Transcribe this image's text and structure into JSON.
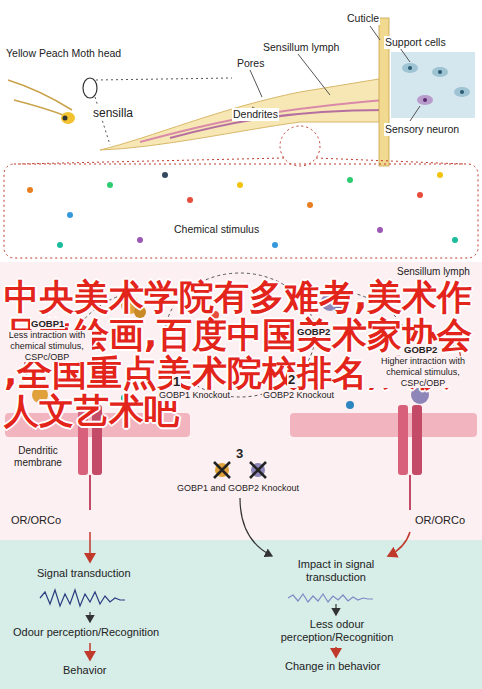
{
  "diagram": {
    "labels": [
      "Yellow Peach Moth head",
      "sensilla",
      "Pores",
      "Dendrites",
      "Cuticle",
      "Sensillum lymph",
      "Support cells",
      "Sensory neuron",
      "Chemical stimulus",
      "Sensillum lymph",
      "GOBP1",
      "Less intraction with chemical stimulus, CSPc/OBP",
      "1",
      "GOBP2",
      "2",
      "GOBP1 Knockout",
      "GOBP2 Knockout",
      "GOBP2",
      "Higher intraction with chemical stimulus, CSPc/OBP",
      "Dendritic membrane",
      "3",
      "GOBP1 and GOBP2 Knockout",
      "OR/ORCo",
      "OR/ORCo",
      "Signal transduction",
      "Odour perception/Recognition",
      "Behavior",
      "Impact in signal transduction",
      "Less odour perception/Recognition",
      "Change in behavior",
      "中央美术学院有多难考,美术作品集绘画,百度中国美术家协会,全国重点美术院校排名,大俱人文艺术吧"
    ]
  }
}
